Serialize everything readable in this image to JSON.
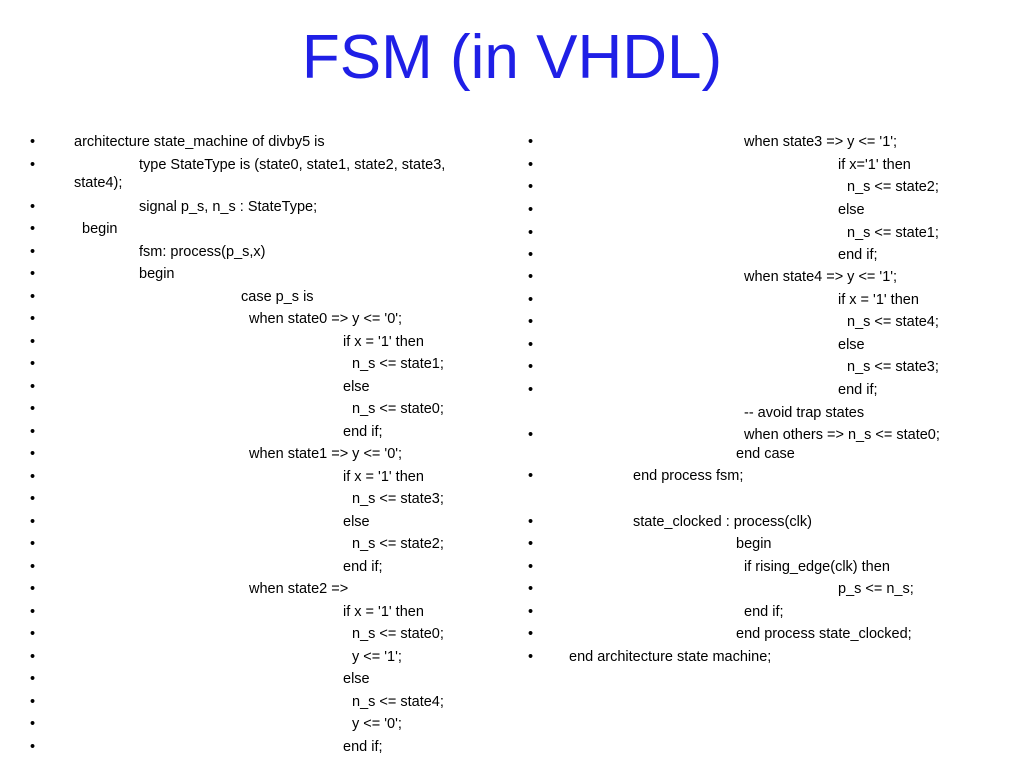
{
  "title": "FSM (in VHDL)",
  "bullet_symbol": "•",
  "colors": {
    "title": "#1f1fe6",
    "text": "#000000",
    "background": "#ffffff"
  },
  "left_column": [
    {
      "bullet": true,
      "text": "architecture state_machine of divby5 is"
    },
    {
      "bullet": true,
      "text": "type StateType is (state0, state1, state2, state3,"
    },
    {
      "bullet": false,
      "text": "state4);"
    },
    {
      "bullet": true,
      "text": "signal p_s, n_s : StateType;"
    },
    {
      "bullet": true,
      "text": "begin"
    },
    {
      "bullet": true,
      "text": "fsm: process(p_s,x)"
    },
    {
      "bullet": true,
      "text": "begin"
    },
    {
      "bullet": true,
      "text": "case p_s is"
    },
    {
      "bullet": true,
      "text": "when state0 => y <= '0';"
    },
    {
      "bullet": true,
      "text": "if x = '1' then"
    },
    {
      "bullet": true,
      "text": "n_s <= state1;"
    },
    {
      "bullet": true,
      "text": "else"
    },
    {
      "bullet": true,
      "text": "n_s <= state0;"
    },
    {
      "bullet": true,
      "text": "end if;"
    },
    {
      "bullet": true,
      "text": "when state1 => y <= '0';"
    },
    {
      "bullet": true,
      "text": "if x = '1' then"
    },
    {
      "bullet": true,
      "text": "n_s <= state3;"
    },
    {
      "bullet": true,
      "text": "else"
    },
    {
      "bullet": true,
      "text": "n_s <= state2;"
    },
    {
      "bullet": true,
      "text": "end if;"
    },
    {
      "bullet": true,
      "text": "when state2 =>"
    },
    {
      "bullet": true,
      "text": "if x = '1' then"
    },
    {
      "bullet": true,
      "text": "n_s <= state0;"
    },
    {
      "bullet": true,
      "text": "y <= '1';"
    },
    {
      "bullet": true,
      "text": "else"
    },
    {
      "bullet": true,
      "text": "n_s <= state4;"
    },
    {
      "bullet": true,
      "text": "y <= '0';"
    },
    {
      "bullet": true,
      "text": "end if;"
    }
  ],
  "right_column": [
    {
      "bullet": true,
      "text": "when state3 => y <= '1';"
    },
    {
      "bullet": true,
      "text": "if x='1' then"
    },
    {
      "bullet": true,
      "text": "n_s <= state2;"
    },
    {
      "bullet": true,
      "text": "else"
    },
    {
      "bullet": true,
      "text": "n_s <= state1;"
    },
    {
      "bullet": true,
      "text": "end if;"
    },
    {
      "bullet": true,
      "text": "when state4 => y <= '1';"
    },
    {
      "bullet": true,
      "text": "if x = '1' then"
    },
    {
      "bullet": true,
      "text": "n_s <= state4;"
    },
    {
      "bullet": true,
      "text": "else"
    },
    {
      "bullet": true,
      "text": "n_s <= state3;"
    },
    {
      "bullet": true,
      "text": "end if;"
    },
    {
      "bullet": false,
      "text": "-- avoid trap states"
    },
    {
      "bullet": true,
      "text": "when others => n_s <= state0;"
    },
    {
      "bullet": false,
      "text": "end case"
    },
    {
      "bullet": true,
      "text": "end process fsm;"
    },
    {
      "bullet": false,
      "text": ""
    },
    {
      "bullet": true,
      "text": "state_clocked : process(clk)"
    },
    {
      "bullet": true,
      "text": "begin"
    },
    {
      "bullet": true,
      "text": "if rising_edge(clk) then"
    },
    {
      "bullet": true,
      "text": "p_s <= n_s;"
    },
    {
      "bullet": true,
      "text": "end if;"
    },
    {
      "bullet": true,
      "text": "end process state_clocked;"
    },
    {
      "bullet": true,
      "text": "end architecture state machine;"
    }
  ]
}
